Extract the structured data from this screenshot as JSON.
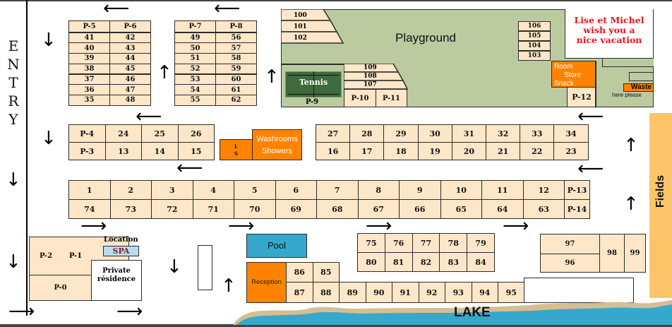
{
  "map": {
    "entry_label": [
      "E",
      "N",
      "T",
      "R",
      "Y"
    ],
    "greeting": [
      "Lise et Michel",
      "wish you a",
      "nice vacation"
    ],
    "playground": "Playground",
    "tennis": "Tennis",
    "pool": "Pool",
    "reception": "Reception",
    "washrooms": [
      "Washrooms",
      "Showers"
    ],
    "laundry": [
      "L",
      "S"
    ],
    "room_store": [
      "Room",
      "Store",
      "Snack"
    ],
    "waste": "Waste",
    "waste_note": "here please",
    "fields": "Fields",
    "lake": "LAKE",
    "location": "Location",
    "spa": "SPA",
    "private_residence": [
      "Private",
      "résidence"
    ],
    "colors": {
      "site": "#fde7c8",
      "green_area": "#bccaa0",
      "tennis": "#3d6b3d",
      "orange": "#ff8300",
      "pool": "#35a8cc",
      "lake": "#35a8cc",
      "shore": "#d7be90",
      "fields": "#fcc56a",
      "greeting_text": "#e8141a",
      "spa_text": "#8b1a1a",
      "spa_bg": "#b8dcef"
    }
  },
  "blocks": {
    "p5p6": {
      "header": [
        "P-5",
        "P-6"
      ],
      "rows": [
        [
          "41",
          "42"
        ],
        [
          "40",
          "43"
        ],
        [
          "39",
          "44"
        ],
        [
          "38",
          "45"
        ],
        [
          "37",
          "46"
        ],
        [
          "36",
          "47"
        ],
        [
          "35",
          "48"
        ]
      ]
    },
    "p7p8": {
      "header": [
        "P-7",
        "P-8"
      ],
      "rows": [
        [
          "49",
          "56"
        ],
        [
          "50",
          "57"
        ],
        [
          "51",
          "58"
        ],
        [
          "52",
          "59"
        ],
        [
          "53",
          "60"
        ],
        [
          "54",
          "61"
        ],
        [
          "55",
          "62"
        ]
      ]
    },
    "green_top_left": [
      "100",
      "101",
      "102"
    ],
    "green_mid": [
      "109",
      "108",
      "107"
    ],
    "green_right": [
      "106",
      "105",
      "104",
      "103"
    ],
    "p9": "P-9",
    "p10": "P-10",
    "p11": "P-11",
    "p12": "P-12",
    "row_a_top": [
      "P-4",
      "24",
      "25",
      "26"
    ],
    "row_a_bottom": [
      "P-3",
      "13",
      "14",
      "15"
    ],
    "row_b_top": [
      "27",
      "28",
      "29",
      "30",
      "31",
      "32",
      "33",
      "34"
    ],
    "row_b_bottom": [
      "16",
      "17",
      "18",
      "19",
      "20",
      "21",
      "22",
      "23"
    ],
    "row_c_top": [
      "1",
      "2",
      "3",
      "4",
      "5",
      "6",
      "7",
      "8",
      "9",
      "10",
      "11",
      "12",
      "P-13"
    ],
    "row_c_bottom": [
      "74",
      "73",
      "72",
      "71",
      "70",
      "69",
      "68",
      "67",
      "66",
      "65",
      "64",
      "63",
      "P-14"
    ],
    "row_d_top": [
      "75",
      "76",
      "77",
      "78",
      "79"
    ],
    "row_d_bottom": [
      "80",
      "81",
      "82",
      "83",
      "84"
    ],
    "row_e_top": [
      "86",
      "85"
    ],
    "row_e_bottom": [
      "87",
      "88",
      "89",
      "90",
      "91",
      "92",
      "93",
      "94",
      "95"
    ],
    "right_block": [
      "97",
      "96",
      "98",
      "99"
    ],
    "bottom_left": [
      "P-2",
      "P-1",
      "P-0"
    ]
  }
}
